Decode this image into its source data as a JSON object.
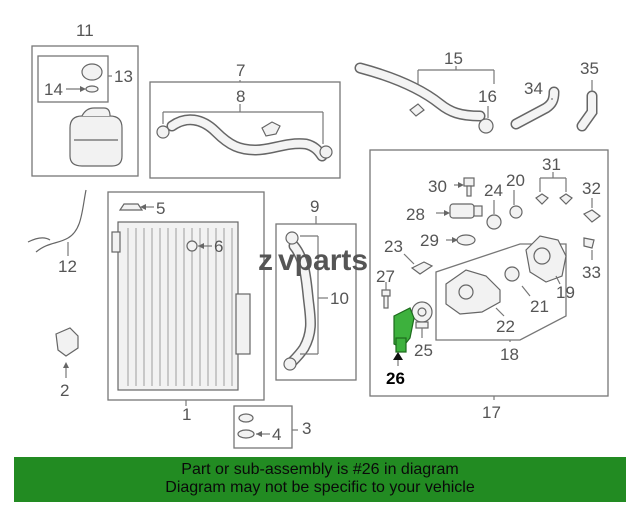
{
  "callouts": [
    "1",
    "2",
    "3",
    "4",
    "5",
    "6",
    "7",
    "8",
    "9",
    "10",
    "11",
    "12",
    "13",
    "14",
    "15",
    "16",
    "17",
    "18",
    "19",
    "20",
    "21",
    "22",
    "23",
    "24",
    "25",
    "26",
    "27",
    "28",
    "29",
    "30",
    "31",
    "32",
    "33",
    "34",
    "35"
  ],
  "highlight": "26",
  "logo": {
    "text": "vparts",
    "prefix_glyph": "z"
  },
  "banner": {
    "line1": "Part or sub-assembly is #26 in diagram",
    "line2": "Diagram may not be specific to your vehicle",
    "color": "#228b22"
  },
  "colors": {
    "highlight_part": "#3db13d",
    "lines": "#777777"
  }
}
